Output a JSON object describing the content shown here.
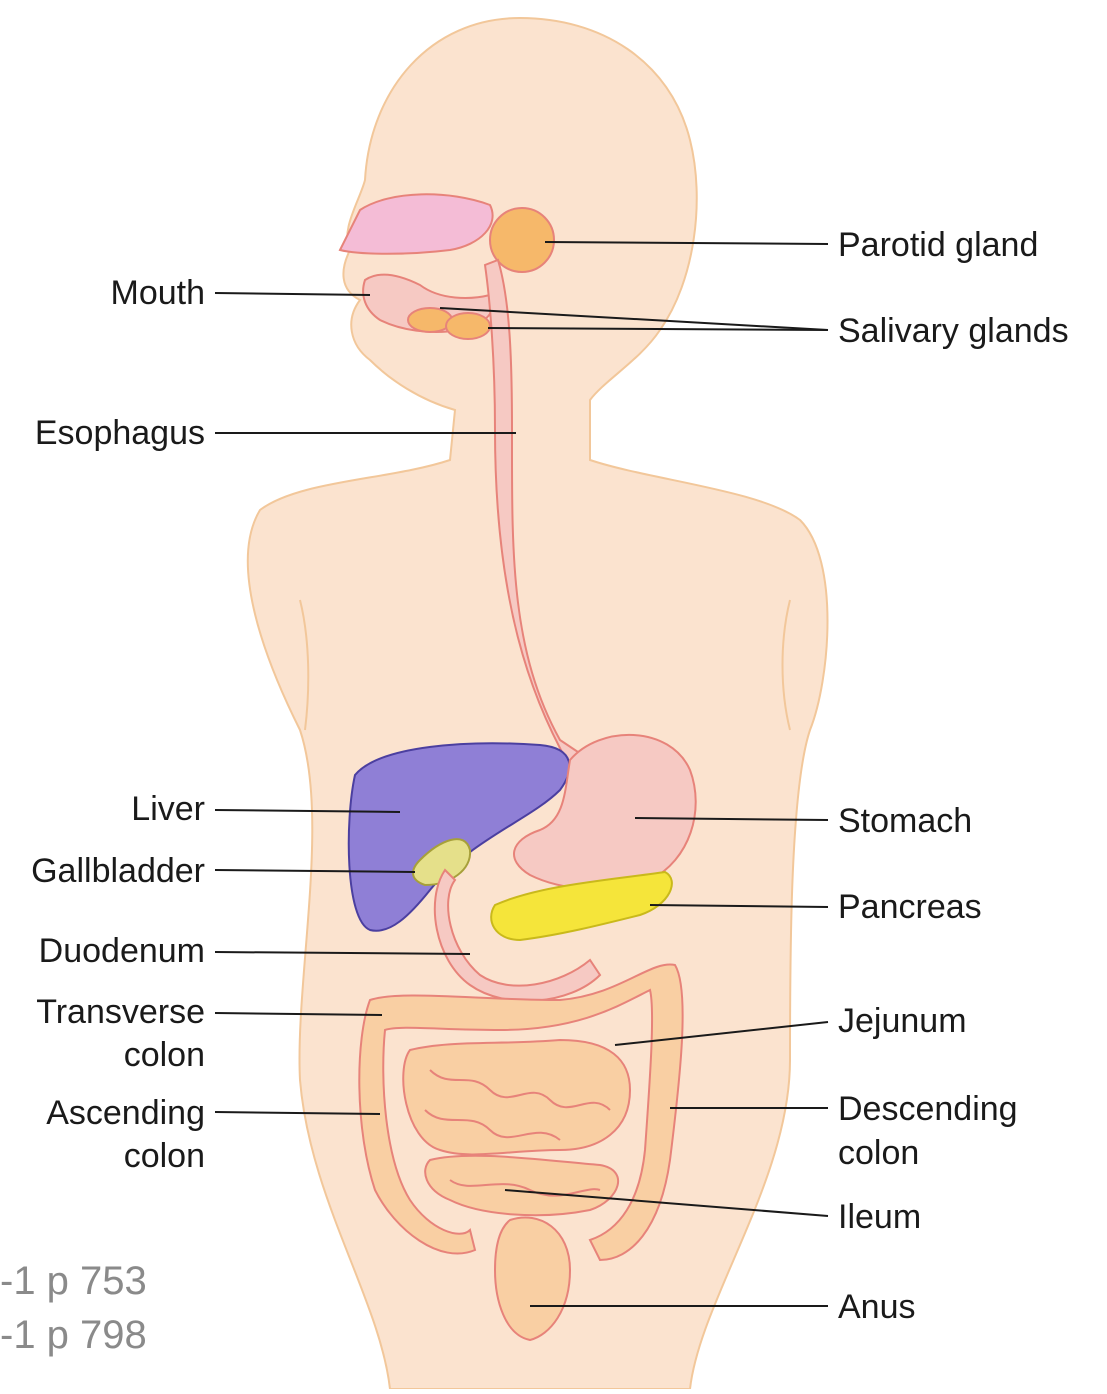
{
  "labels": {
    "parotid_gland": "Parotid gland",
    "mouth": "Mouth",
    "salivary_glands": "Salivary glands",
    "esophagus": "Esophagus",
    "liver": "Liver",
    "stomach": "Stomach",
    "gallbladder": "Gallbladder",
    "pancreas": "Pancreas",
    "duodenum": "Duodenum",
    "transverse_colon_1": "Transverse",
    "transverse_colon_2": "colon",
    "jejunum": "Jejunum",
    "ascending_colon_1": "Ascending",
    "ascending_colon_2": "colon",
    "descending_colon_1": "Descending",
    "descending_colon_2": "colon",
    "ileum": "Ileum",
    "anus": "Anus"
  },
  "page_refs": [
    "-1 p 753",
    "-1 p 798"
  ],
  "colors": {
    "body_fill": "#fbe3cf",
    "body_outline": "#f2c79a",
    "digestive_tract": "#f6c9c3",
    "tract_outline": "#e7837a",
    "liver": "#8f7fd6",
    "gland": "#f6b86a",
    "pancreas": "#f5e53a",
    "intestine": "#f9cfa3",
    "leader_line": "#1a1a1a"
  }
}
